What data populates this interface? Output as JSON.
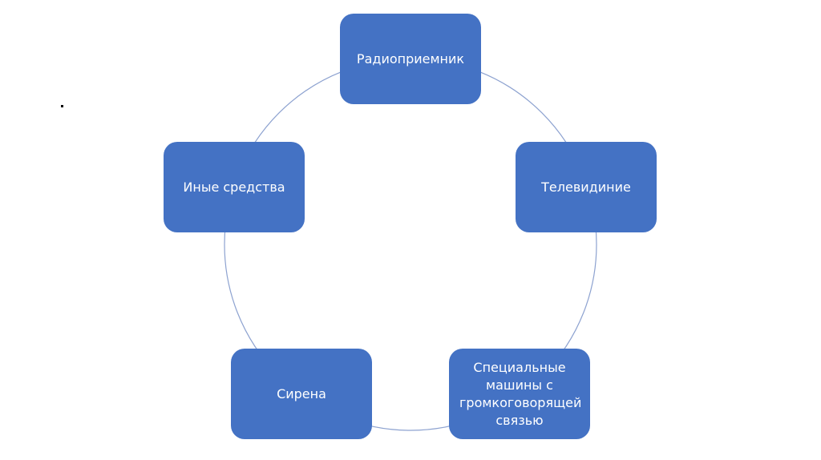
{
  "diagram": {
    "type": "basic-cycle",
    "bullet_text": ".",
    "colors": {
      "node_fill": "#4472c4",
      "node_text": "#ffffff",
      "connector": "#8da2d0",
      "background": "#ffffff"
    },
    "nodes": [
      {
        "id": "radio",
        "label": "Радиоприемник"
      },
      {
        "id": "tv",
        "label": "Телевидиние"
      },
      {
        "id": "special-vehicles",
        "label": "Специальные машины с громкоговорящей связью"
      },
      {
        "id": "siren",
        "label": "Сирена"
      },
      {
        "id": "other",
        "label": "Иные средства"
      }
    ]
  }
}
